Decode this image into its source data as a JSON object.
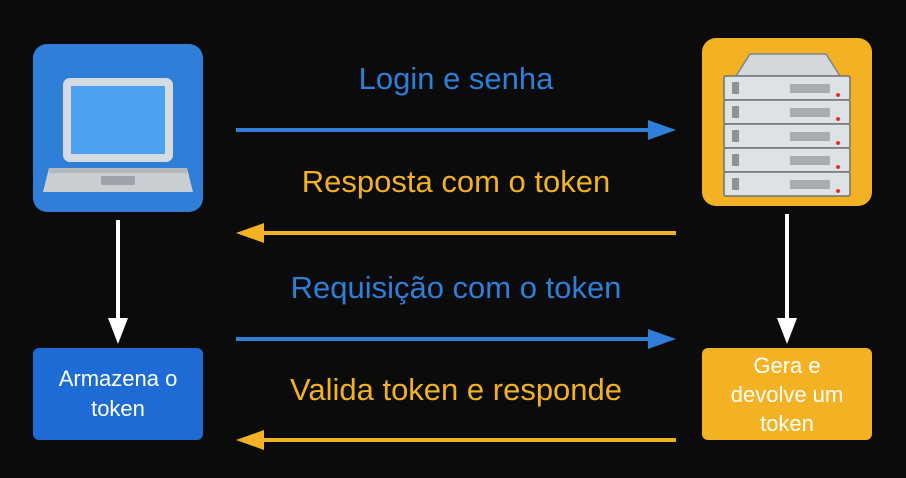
{
  "client": {
    "icon": "laptop-icon",
    "color": "#2f7fd9",
    "store_label": "Armazena o\ntoken"
  },
  "server": {
    "icon": "server-rack-icon",
    "color": "#f2b223",
    "generate_label": "Gera e\ndevolve um\ntoken"
  },
  "messages": [
    {
      "label": "Login e senha",
      "direction": "right",
      "color": "#2f7fd9"
    },
    {
      "label": "Resposta com o token",
      "direction": "left",
      "color": "#f2b223"
    },
    {
      "label": "Requisição com o token",
      "direction": "right",
      "color": "#2f7fd9"
    },
    {
      "label": "Valida token e responde",
      "direction": "left",
      "color": "#f2b223"
    }
  ]
}
